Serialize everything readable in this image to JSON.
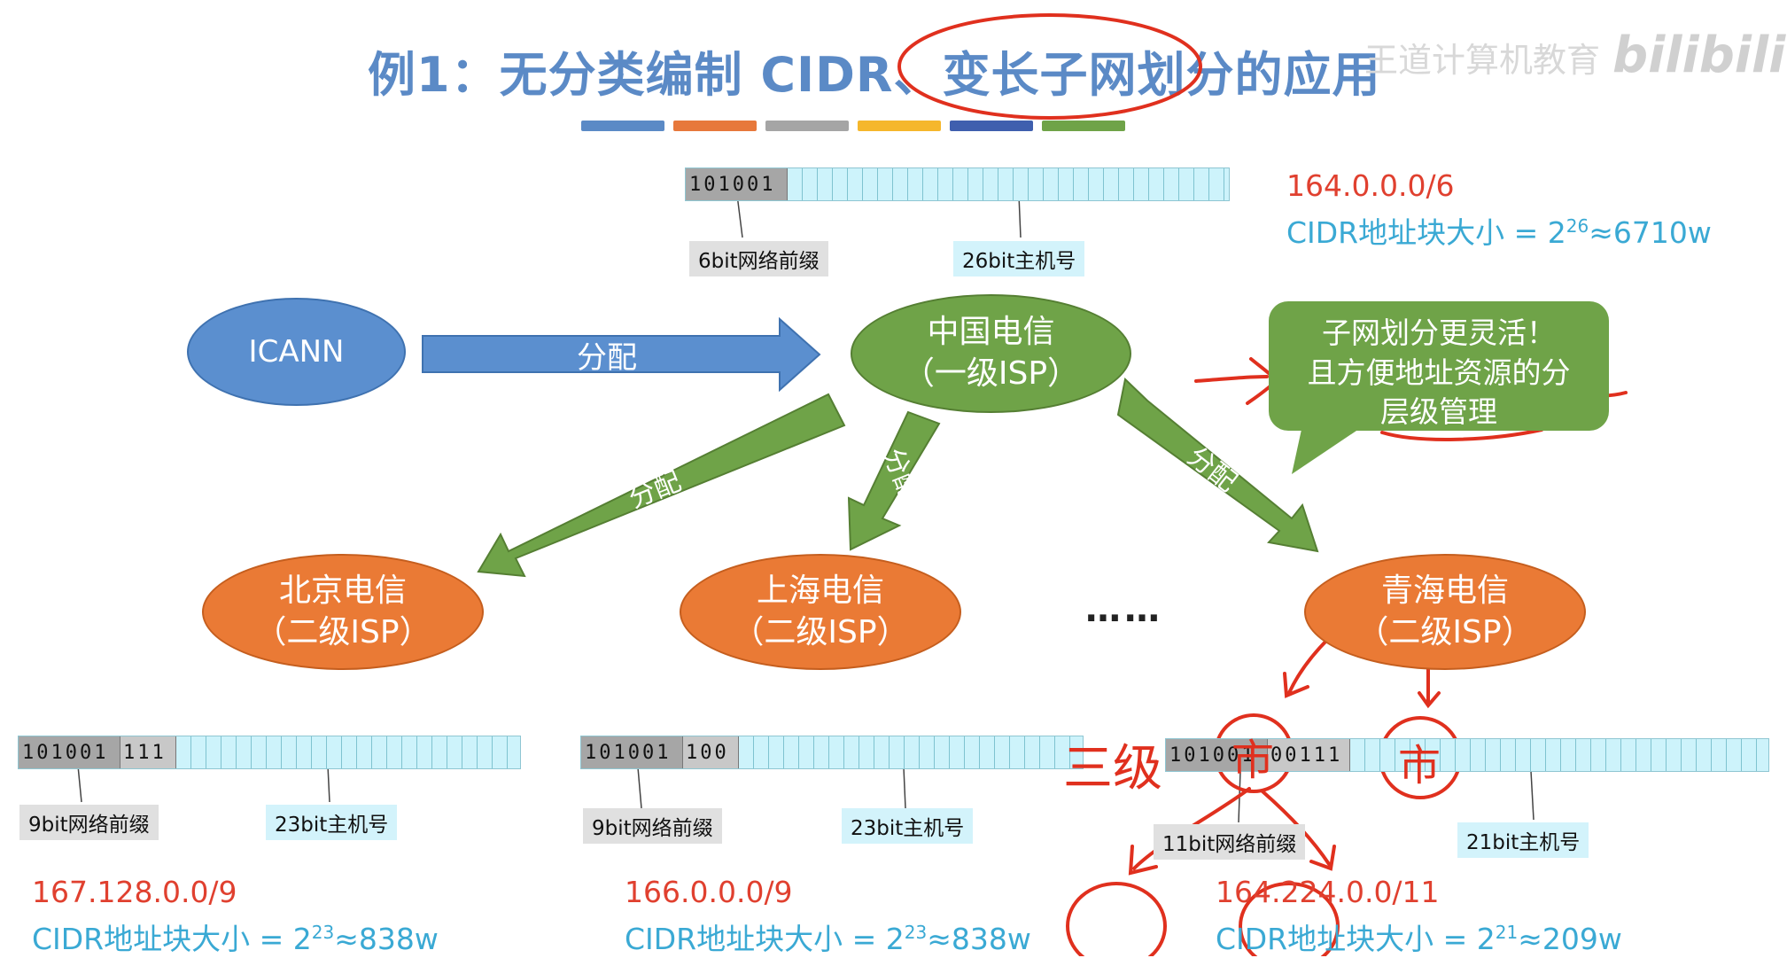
{
  "title": "例1：无分类编制 CIDR、变长子网划分的应用",
  "watermark": {
    "text": "王道计算机教育",
    "brand": "bilibili"
  },
  "color_bars": [
    "#5b8ac6",
    "#e7783b",
    "#a5a5a5",
    "#f5b72c",
    "#3f5fae",
    "#6fa348"
  ],
  "top_block": {
    "prefix_bits": "101001",
    "prefix_label": "6bit网络前缀",
    "host_label": "26bit主机号",
    "cidr": "164.0.0.0/6",
    "size_text": "CIDR地址块大小 = 2",
    "size_exp": "26",
    "size_approx": "≈6710w"
  },
  "nodes": {
    "icann": "ICANN",
    "telecom_name": "中国电信",
    "telecom_sub": "（一级ISP）",
    "beijing_name": "北京电信",
    "beijing_sub": "（二级ISP）",
    "shanghai_name": "上海电信",
    "shanghai_sub": "（二级ISP）",
    "qinghai_name": "青海电信",
    "qinghai_sub": "（二级ISP）",
    "ellipsis": "……"
  },
  "arrows": {
    "icann_to_telecom": "分配",
    "to_beijing": "分配",
    "to_shanghai": "分配",
    "to_qinghai": "分配"
  },
  "bubble": {
    "line1": "子网划分更灵活！",
    "line2": "且方便地址资源的分",
    "line3": "层级管理"
  },
  "blocks": [
    {
      "prefix_a": "101001",
      "prefix_b": "111",
      "prefix_label": "9bit网络前缀",
      "host_label": "23bit主机号",
      "cidr": "167.128.0.0/9",
      "size_text": "CIDR地址块大小 = 2",
      "size_exp": "23",
      "size_approx": "≈838w"
    },
    {
      "prefix_a": "101001",
      "prefix_b": "100",
      "prefix_label": "9bit网络前缀",
      "host_label": "23bit主机号",
      "cidr": "166.0.0.0/9",
      "size_text": "CIDR地址块大小 = 2",
      "size_exp": "23",
      "size_approx": "≈838w"
    },
    {
      "prefix_a": "101001",
      "prefix_b": "00111",
      "prefix_label": "11bit网络前缀",
      "host_label": "21bit主机号",
      "cidr": "164.224.0.0/11",
      "size_text": "CIDR地址块大小 = 2",
      "size_exp": "21",
      "size_approx": "≈209w"
    }
  ],
  "handwriting": {
    "level3": "三级",
    "city1": "市",
    "city2": "市"
  },
  "colors": {
    "accent_blue": "#5b8ac6",
    "green": "#6fa348",
    "orange": "#ea7a35",
    "red_ink": "#e0301e",
    "cidr_red": "#e0402f",
    "cidr_cyan": "#3aa9d4"
  }
}
